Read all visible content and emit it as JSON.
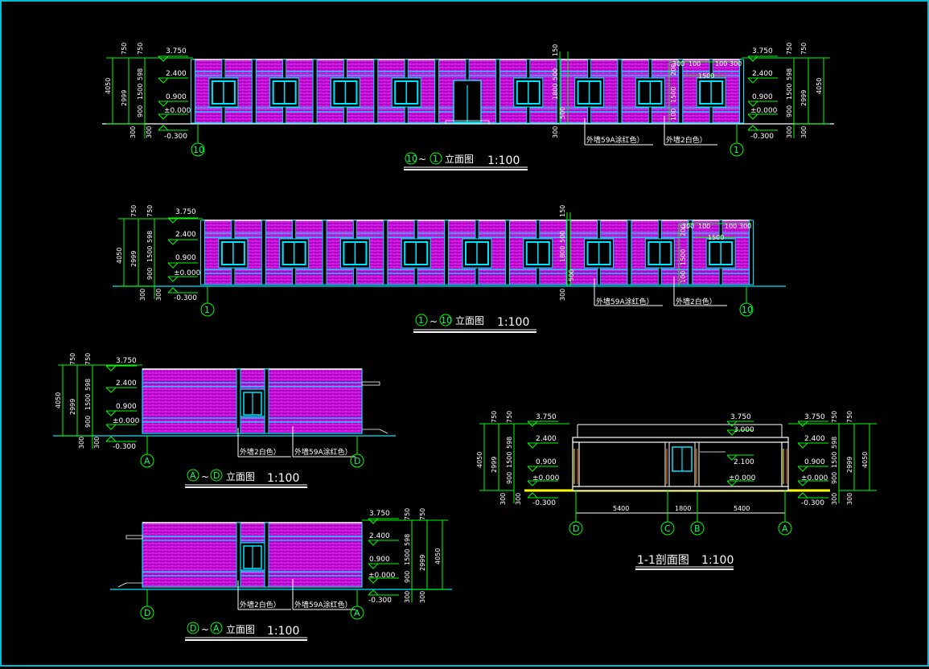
{
  "elevations": [
    {
      "id": "elev-10-1",
      "title_axes": [
        "10",
        "1"
      ],
      "title_text": "立面图",
      "scale": "1:100",
      "axis_left": "10",
      "axis_right": "1",
      "notes": [
        "外墙59A涂红色）",
        "外墙2白色）"
      ],
      "levels": [
        "3.750",
        "2.400",
        "0.900",
        "±0.000",
        "-0.300"
      ],
      "dims_outer": [
        "750",
        "2999",
        "4050"
      ],
      "dims_inner": [
        "750",
        "598",
        "1500",
        "900",
        "300",
        "300"
      ],
      "dims_mid": [
        "150",
        "500",
        "1800",
        "500",
        "300"
      ],
      "dims_top": [
        "300",
        "100",
        "100",
        "300",
        "1500",
        "200",
        "1500",
        "100"
      ]
    },
    {
      "id": "elev-1-10",
      "title_axes": [
        "1",
        "10"
      ],
      "title_text": "立面图",
      "scale": "1:100",
      "axis_left": "1",
      "axis_right": "10",
      "notes": [
        "外墙59A涂红色）",
        "外墙2白色）"
      ],
      "levels": [
        "3.750",
        "2.400",
        "0.900",
        "±0.000",
        "-0.300"
      ],
      "dims_outer": [
        "750",
        "2999",
        "4050"
      ],
      "dims_inner": [
        "750",
        "598",
        "1500",
        "900",
        "300",
        "300"
      ],
      "dims_mid": [
        "150",
        "500",
        "1800",
        "500",
        "300"
      ],
      "dims_top": [
        "300",
        "100",
        "100",
        "300",
        "1500",
        "200",
        "1500",
        "100"
      ]
    },
    {
      "id": "elev-A-D",
      "title_axes": [
        "A",
        "D"
      ],
      "title_text": "立面图",
      "scale": "1:100",
      "axis_left": "A",
      "axis_right": "D",
      "notes": [
        "外墙2白色）",
        "外墙59A涂红色）"
      ],
      "levels": [
        "3.750",
        "2.400",
        "0.900",
        "±0.000",
        "-0.300"
      ],
      "dims_outer": [
        "750",
        "2999",
        "4050"
      ],
      "dims_inner": [
        "750",
        "598",
        "1500",
        "900",
        "300",
        "300"
      ]
    },
    {
      "id": "elev-D-A",
      "title_axes": [
        "D",
        "A"
      ],
      "title_text": "立面图",
      "scale": "1:100",
      "axis_left": "D",
      "axis_right": "A",
      "notes": [
        "外墙2白色）",
        "外墙59A涂红色）"
      ],
      "levels": [
        "3.750",
        "2.400",
        "0.900",
        "±0.000",
        "-0.300"
      ],
      "dims_outer": [
        "750",
        "2999",
        "4050"
      ],
      "dims_inner": [
        "750",
        "598",
        "1500",
        "900",
        "300",
        "300"
      ]
    }
  ],
  "section": {
    "title": "1-1剖面图",
    "scale": "1:100",
    "levels_left": [
      "3.750",
      "2.400",
      "0.900",
      "±0.000",
      "-0.300"
    ],
    "levels_right": [
      "3.750",
      "2.400",
      "0.900",
      "±0.000",
      "-0.300"
    ],
    "levels_center": [
      "3.750",
      "3.000",
      "2.100",
      "±0.000"
    ],
    "dims_outer": [
      "750",
      "2999",
      "4050"
    ],
    "dims_inner": [
      "750",
      "598",
      "1500",
      "900",
      "300",
      "300"
    ],
    "spans": [
      "5400",
      "1800",
      "5400"
    ],
    "axes": [
      "D",
      "C",
      "B",
      "A"
    ]
  }
}
